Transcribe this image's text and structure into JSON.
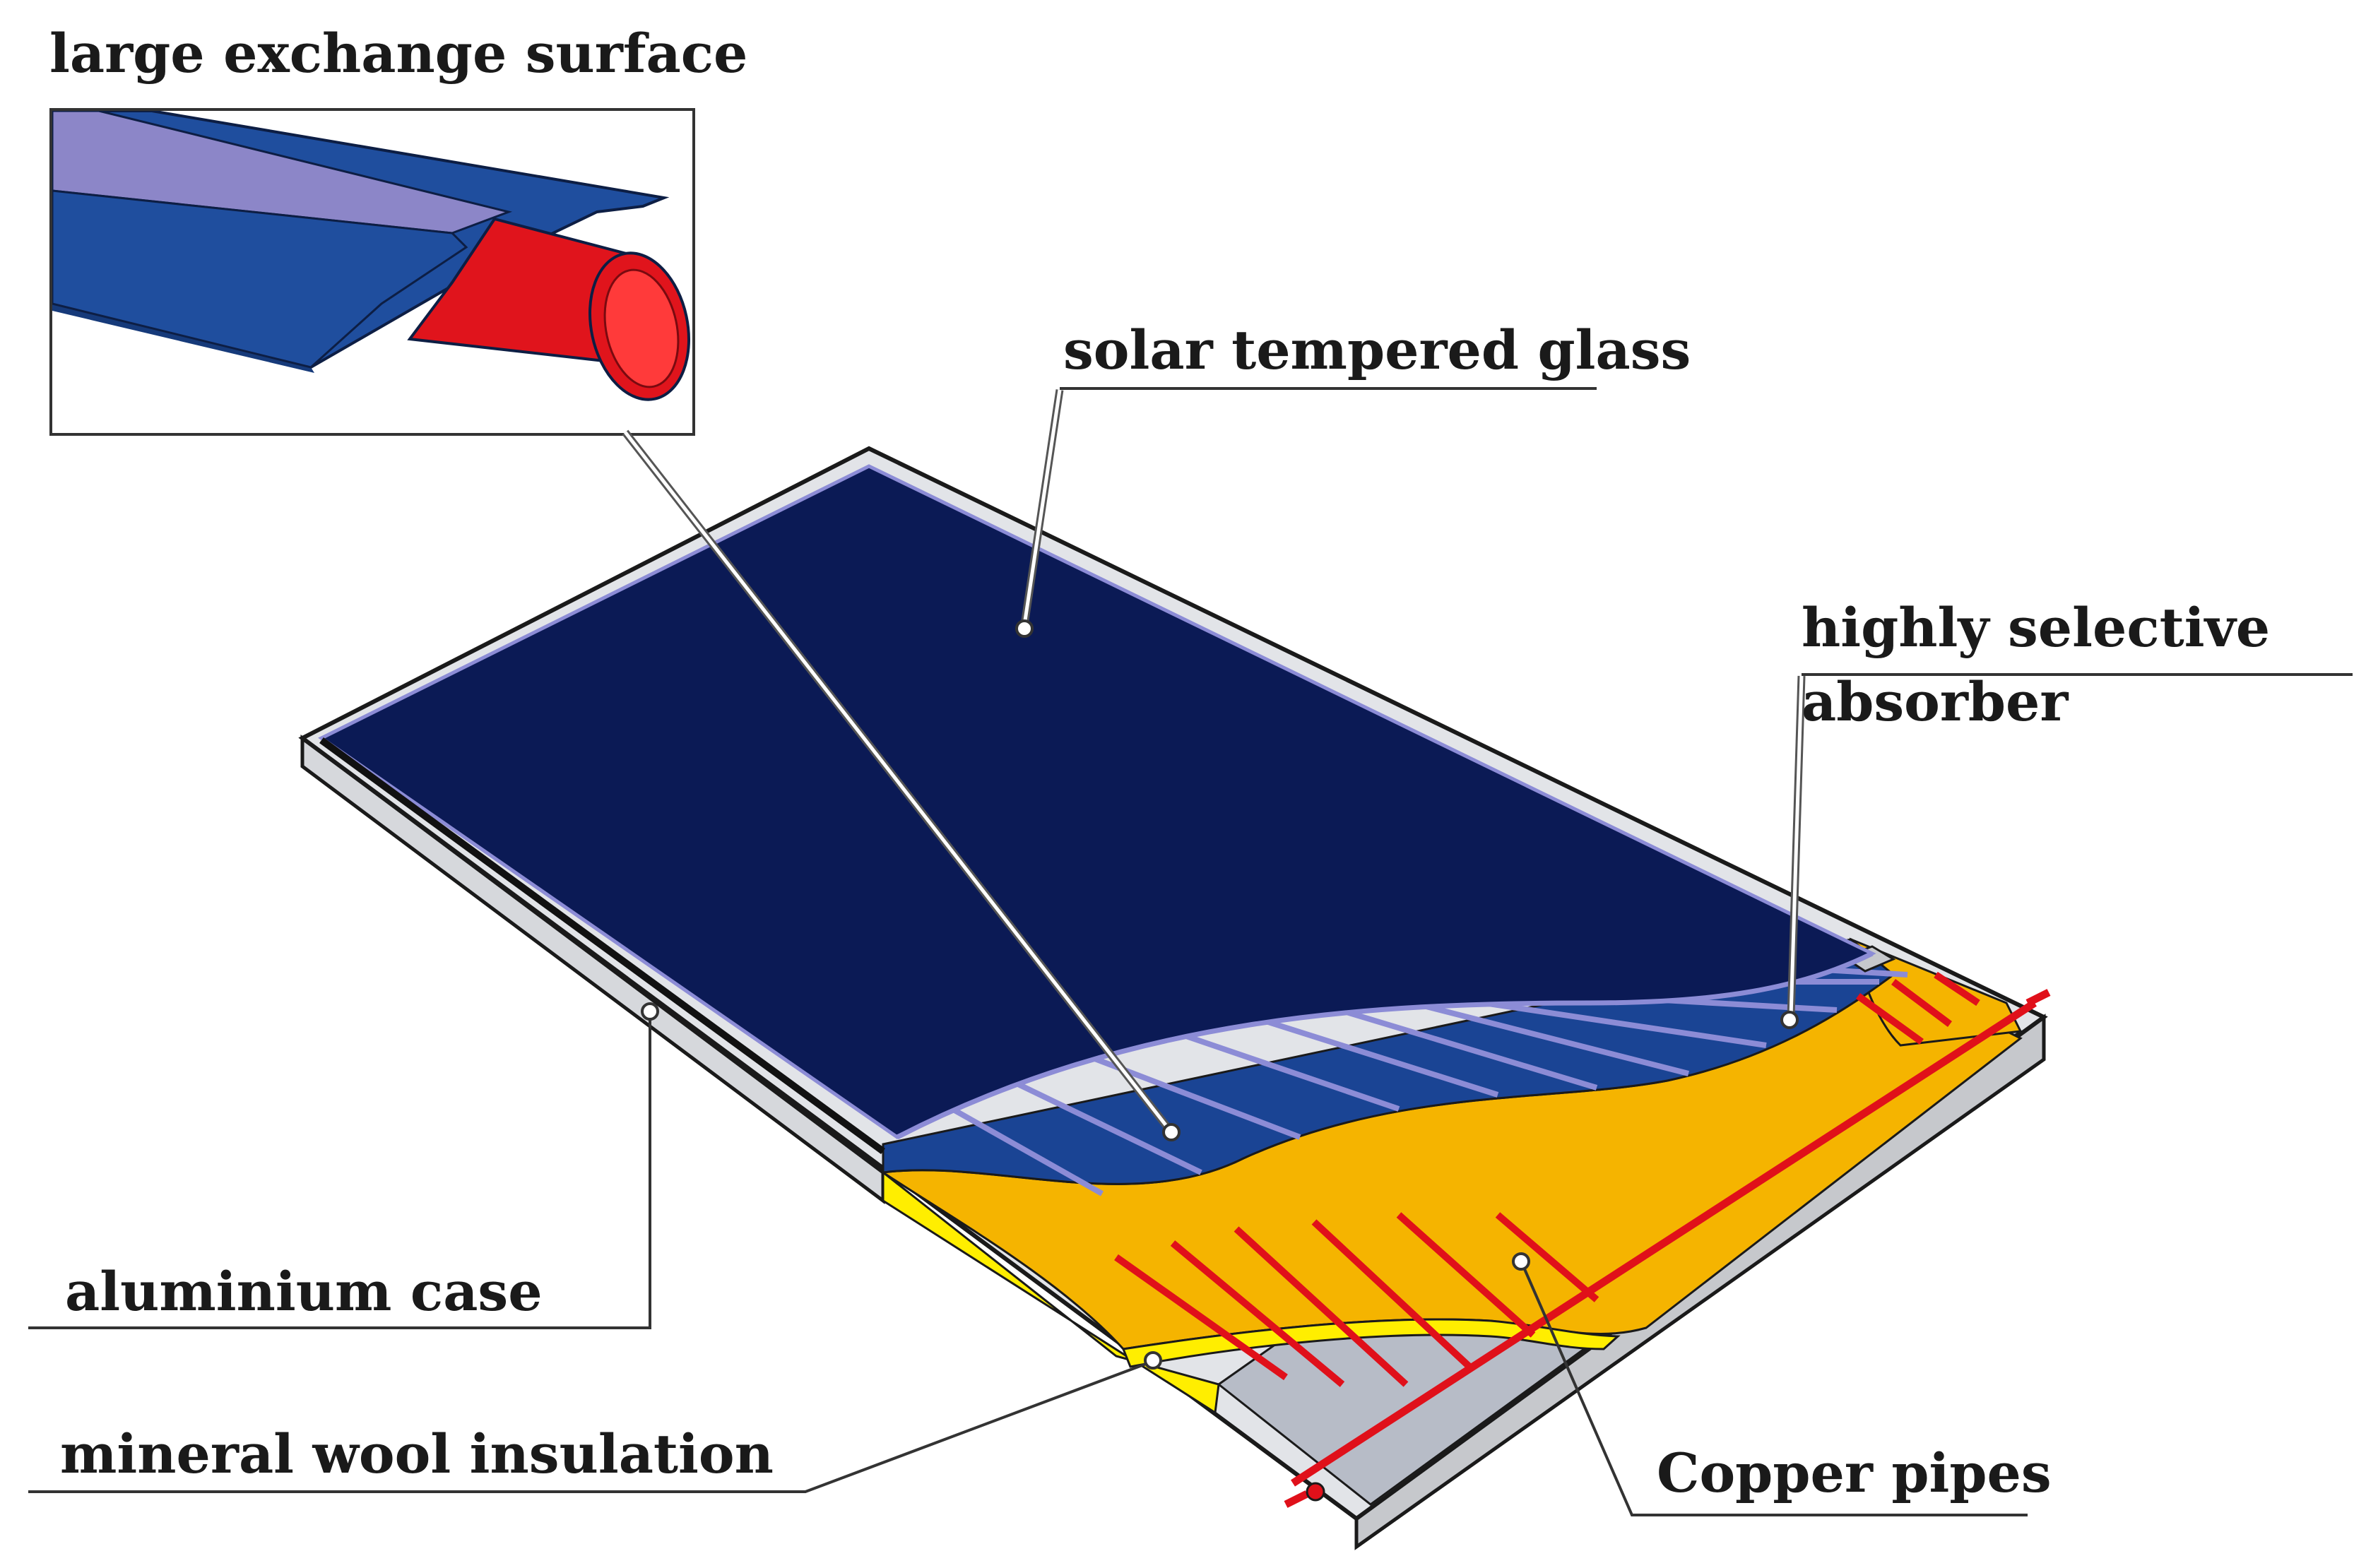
{
  "labels": {
    "exchange_surface": "large exchange surface",
    "glass": "solar tempered glass",
    "absorber_line1": "highly selective",
    "absorber_line2": "absorber",
    "case": "aluminium case",
    "insulation": "mineral wool insulation",
    "pipes": "Copper pipes"
  },
  "colors": {
    "glass": "#0b1a55",
    "absorber": "#1a4494",
    "fin_stripe": "#8c8cd6",
    "insulation": "#f5b400",
    "insulation_edge": "#ffee00",
    "pipe": "#e0101a",
    "case": "#d8d8d8",
    "case_dark": "#a8acb4"
  }
}
